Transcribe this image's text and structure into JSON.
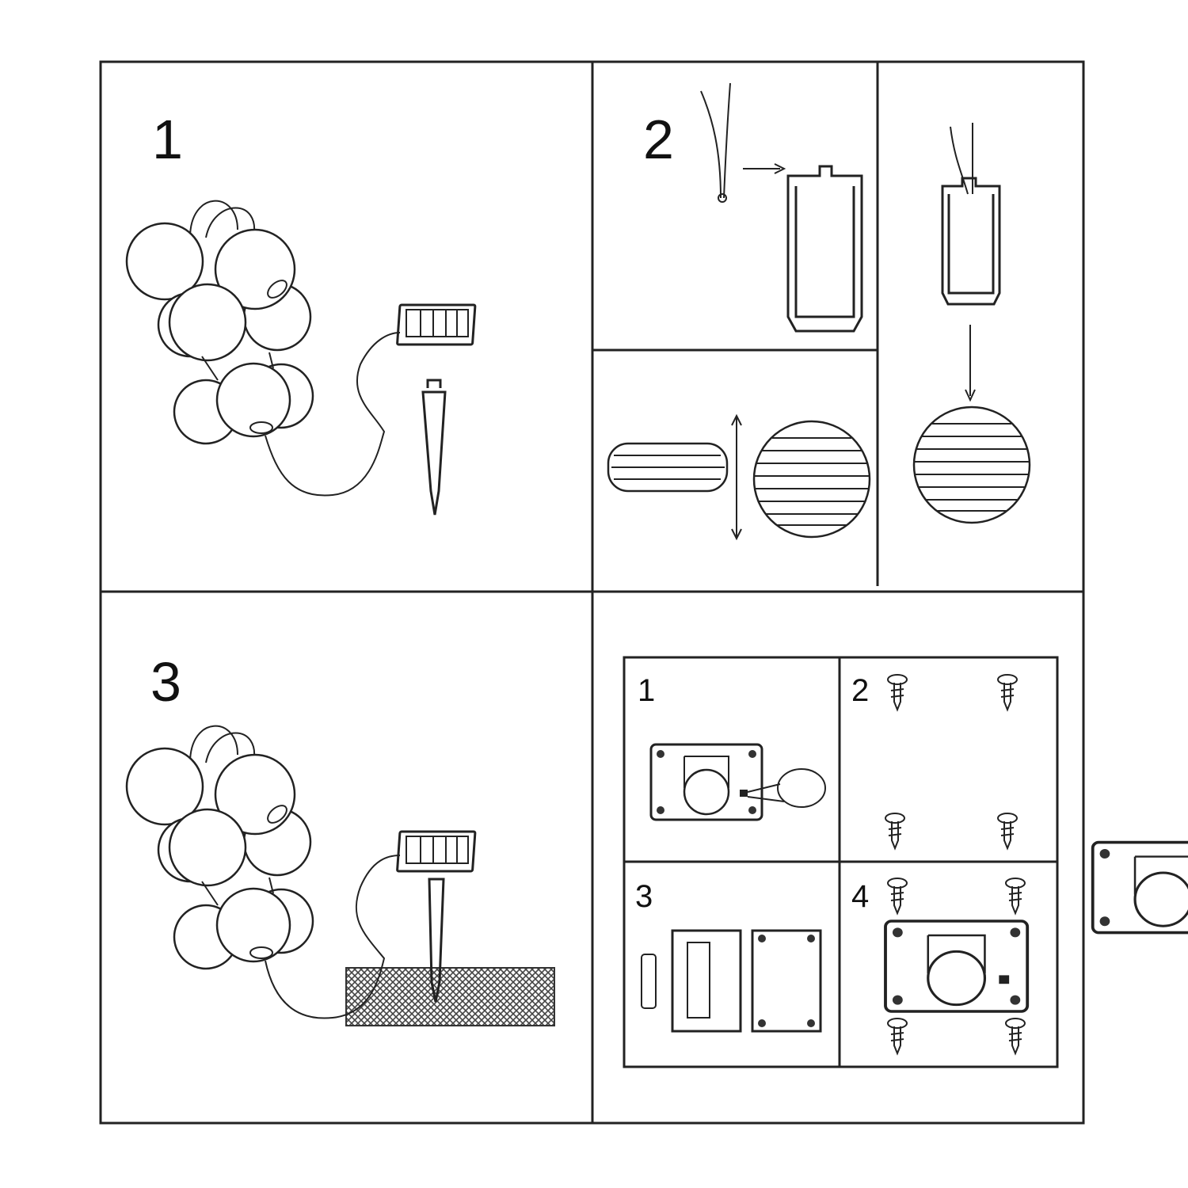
{
  "steps": {
    "step1": "1",
    "step2": "2",
    "step3": "3"
  },
  "substeps": {
    "s1": "1",
    "s2": "2",
    "s3": "3",
    "s4": "4"
  },
  "colors": {
    "line": "#222222",
    "ground": "#555555",
    "background": "#ffffff"
  }
}
